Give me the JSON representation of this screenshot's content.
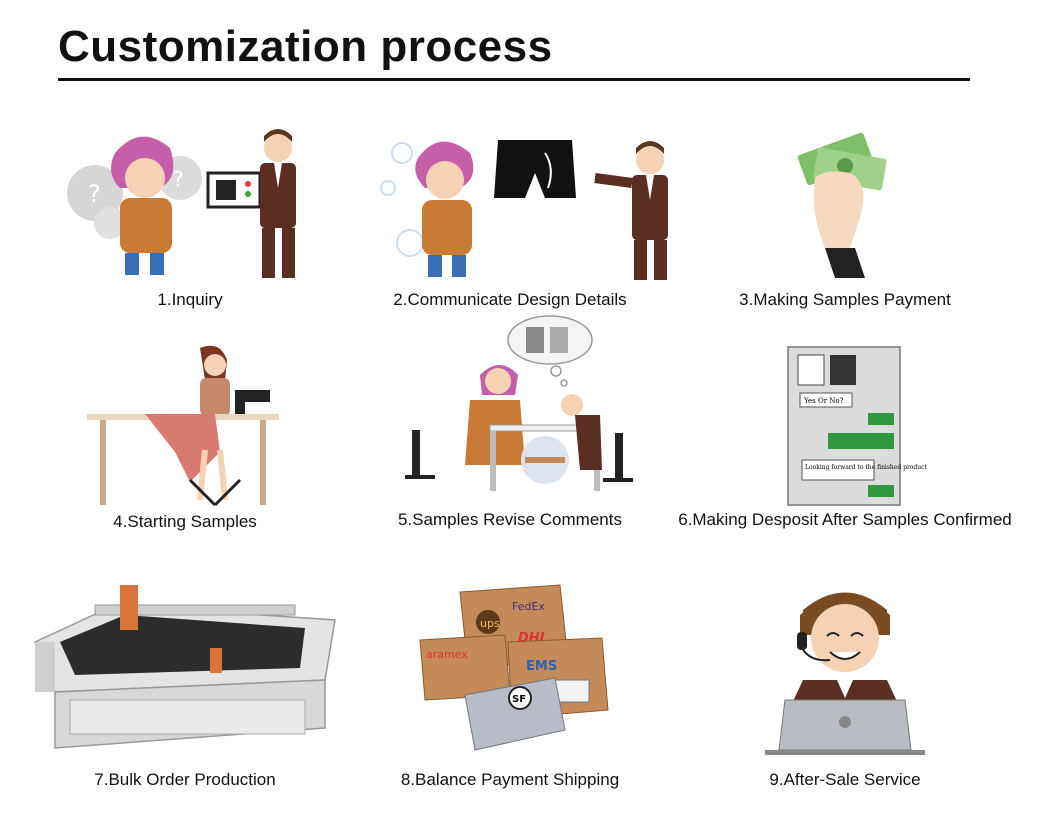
{
  "page": {
    "title": "Customization process"
  },
  "steps": [
    {
      "label": "1.Inquiry",
      "icon": "inquiry-illustration-icon"
    },
    {
      "label": "2.Communicate Design Details",
      "icon": "design-discussion-illustration-icon"
    },
    {
      "label": "3.Making Samples Payment",
      "icon": "cash-payment-illustration-icon"
    },
    {
      "label": "4.Starting Samples",
      "icon": "sewing-machine-illustration-icon"
    },
    {
      "label": "5.Samples Revise Comments",
      "icon": "meeting-handshake-illustration-icon"
    },
    {
      "label": "6.Making Desposit After Samples Confirmed",
      "icon": "chat-confirmation-illustration-icon"
    },
    {
      "label": "7.Bulk Order Production",
      "icon": "cutting-machine-illustration-icon"
    },
    {
      "label": "8.Balance Payment Shipping",
      "icon": "shipping-boxes-illustration-icon"
    },
    {
      "label": "9.After-Sale Service",
      "icon": "customer-support-illustration-icon"
    }
  ],
  "chat": {
    "yes_or_no": "Yes Or No?",
    "looking_forward": "Looking forward to the finished product"
  },
  "carriers": {
    "ups": "ups",
    "fedex": "FedEx",
    "dhl": "DHL",
    "ems": "EMS",
    "aramex": "aramex",
    "sf": "SF"
  },
  "colors": {
    "hair": "#c55fa9",
    "dress": "#c97a35",
    "suit": "#5b2e22",
    "box": "#c58a5a",
    "chat_green": "#2f9a3d",
    "machine_accent": "#d9743a"
  }
}
